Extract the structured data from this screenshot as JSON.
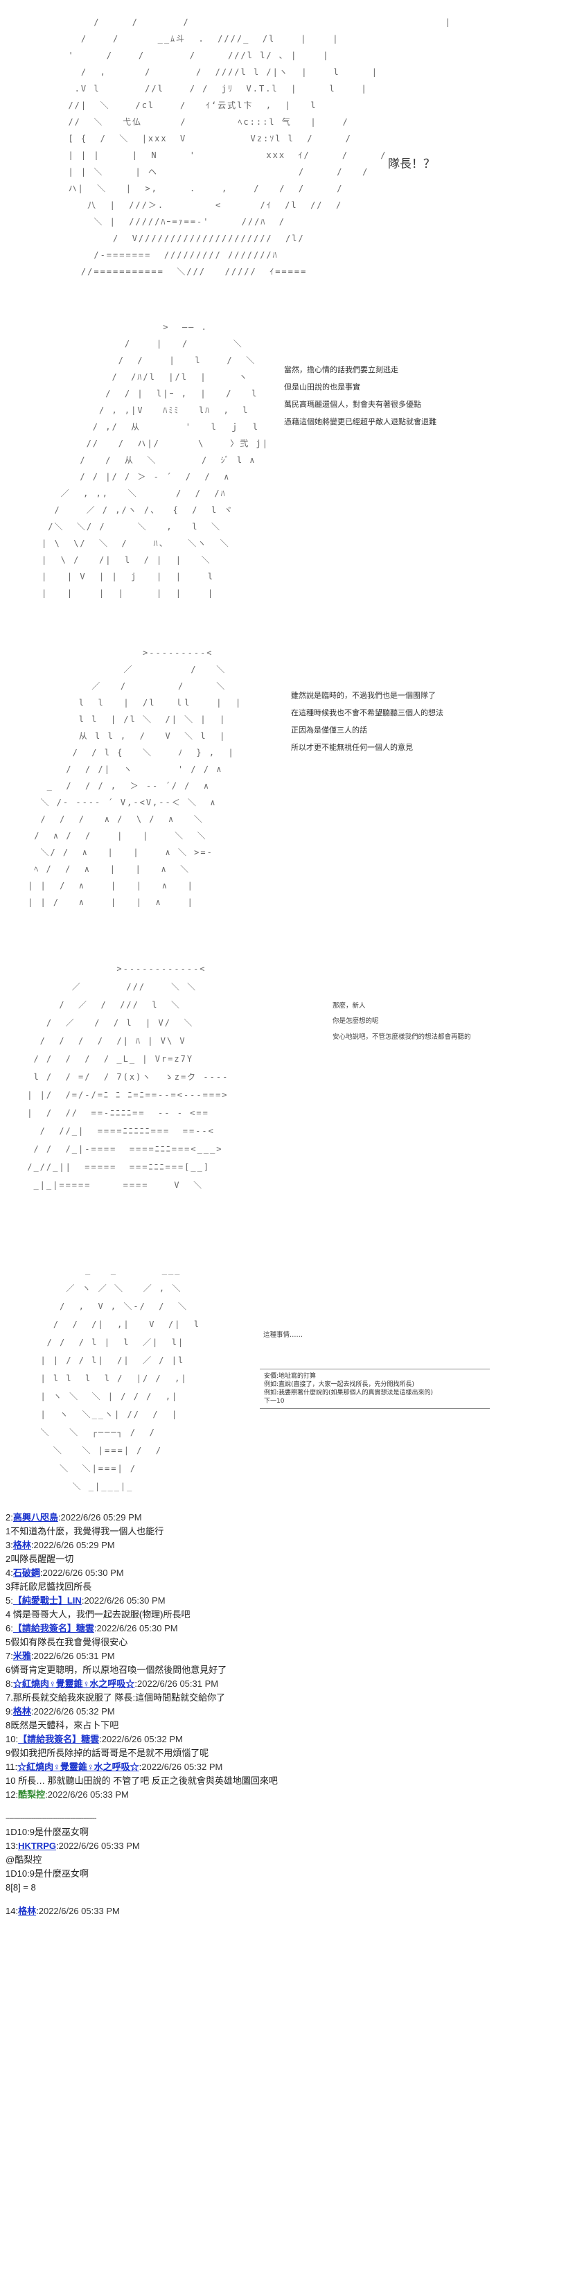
{
  "panel1": {
    "aa": "      /     /       /                                        |\n    /    /      __ﾑ斗  .  ////_  /l    |    |\n  '     /    /       /     ///l l/ ､ |    |\n    /  ,      /       /  ////l l /|ヽ  |    l     |\n   .V l       //l    / /  jﾘ  V.T.l  |     l    |\n  //|  ＼    /cl    /   ｲ‘云式l卞  ,  |   l\n  //  ＼   弋仏      /        ﾍc:::l 气   |    /\n  [ {  /  ＼  |xxx  V          Vz:ｿl l  /     /\n  | | |     |  N     '           xxx  ｲ/     /     /\n  | | ＼     | ヘ                      /     /   /\n  ハ|  ＼   |  >,     .    ,    /   /  /     /\n     八  |  ///＞.        <      /ｲ  /l  //  /\n      ＼ |  /////ﾊｰ=ｧ==-'     ///ﾊ  /\n         /  V/////////////////////  /l/\n      /-=======  ///////// ///////ﾊ\n    //===========  ＼///   /////  ｲ=====",
    "speech": "隊長！？"
  },
  "panel2": {
    "aa": "                   >  ―― .\n             /    |   /       ＼\n            /  /    |   l    /  ＼\n           /  /ﾊ/l  |/l  |     ヽ\n          /  / |  l|ｰ ,  |   /   l\n         / , ,|V   ﾊﾐﾐ   lﾊ  ,  l\n        / ,/  从       '   l  ｊ  l\n       //   /  ハ|/      \\    〉弐 j|\n      /   /  从  ＼       /  ｼﾞ l ∧\n      / / |/ / ＞ ‐ ´  /  /  ∧\n   ／  , ,,   ＼      /  /  /ﾊ\n  /    ／ / ,/ヽ /、  {  /  l ヾ\n /＼  ＼/ /     ＼   ,   l  ＼\n| \\  \\/  ＼  /    ﾊ、   ＼ヽ  ＼\n|  \\ /   /|  l  / |  |   ＼\n|   | V  | |  j   |  |    l\n|   |    |  |     |  |    |",
    "lines": [
      "當然，擔心情的話我們要立刻逃走",
      "但是山田說的也是事實",
      "萬民高瑪麗還個人，對會夫有著很多優點",
      "憑藉這個她將變更已經超乎敵人退點就會退難"
    ]
  },
  "panel3": {
    "aa": "                  >---------<\n               ／         /   ＼\n          ／   /        /     ＼\n        l  l   |  /l   ｌl    |  |\n        l l  | /l ＼  /| ＼ |  |\n        从 l l ,  /   V  ＼ l  |\n       /  / l {   ＼    ﾉ  } ,  |\n      /  / /|  ヽ       ' / / ∧\n   _  /  / / ,  ＞ -- ´/ /  ∧\n  ＼ /- ---- ´ V,-<V,--＜ ＼  ∧\n  /  /  /   ∧ /  \\ /  ∧   ＼\n /  ∧ /  /    |   |    ＼  ＼\n  ＼/ /  ∧   |   |    ∧ ＼ >=-\n ﾍ /  /  ∧   |   |   ∧  ＼\n| |  /  ∧    |   |   ∧   |\n| | /   ∧    |   |  ∧    |",
    "lines": [
      "雖然說是臨時的，不過我們也是一個團隊了",
      "在這種時候我也不會不希望聽聽三個人的想法",
      "正因為是僅僅三人的話",
      "所以才更不能無視任何一個人的意見"
    ]
  },
  "panel4": {
    "aa": "               >------------<\n        ／       ///    ＼ ＼\n      /  ／  /  ///  l  ＼\n    /  ／   /  / l  | V/  ＼\n   /  /  /  /  /| ﾊ | V\\ V\n  / /  /  /  / _L_ | Vr=z7Y\n  l /  / =/  / 7(x)ヽ  ゝz=ク ‐‐‐‐\n | |/  /=/-/=ﾆ ﾆ ﾆ=ﾆ==--=<---===>\n |  /  //  ==-ﾆﾆﾆﾆ==  -‐ ‐ <==\n   /  //_|  ====ﾆﾆﾆﾆﾆ===  ==--<\n  / /  /_|-====  ====ﾆﾆﾆ===<___>\n /_//_||  =====  ===ﾆﾆﾆ===[__]\n  _|_|=====     ====    V  ＼",
    "lines": [
      "那麼，新人",
      "你是怎麼想的呢",
      "安心地說吧，不管怎麼樣我們的想法都會再聽的"
    ]
  },
  "panel5": {
    "aa": "         _   _       ___\n      ／ ヽ ／ ＼   ／ , ＼\n     /  ,  V , ＼-/  /  ＼\n    /  /  /|  ,|   V  /|  l\n   / /  / l |  l  ／|  l|\n  | | / / l|  /|  ／ / |l\n  | l l  l  l /  |/ /  ,|\n  | ヽ ＼  ＼ | / / /  ,|\n  |  ヽ  ＼__ヽ| //  /  |\n  ＼   ＼  ┌───┐ /  /\n    ＼   ＼ |===| /  /\n     ＼  ＼|===| /\n       ＼ _|___|_",
    "speech": "這種事情……",
    "note": "安價:地址寫的打算\n例如:直說(直接了，大家一起去找所長，先分開找所長)\n例如:我要照著什麼說的(如果那個人的真實想法是這樣出來的)\n下一10"
  },
  "comments": [
    {
      "num": "2",
      "name": "高興八咫島",
      "date": "2022/6/26 05:29 PM",
      "style": "link"
    },
    {
      "text": "1不知道為什麼，我覺得我一個人也能行"
    },
    {
      "num": "3",
      "name": "格林",
      "date": "2022/6/26 05:29 PM",
      "style": "link"
    },
    {
      "text": "2叫隊長醒醒一切"
    },
    {
      "num": "4",
      "name": "石破鋼",
      "date": "2022/6/26 05:30 PM",
      "style": "link"
    },
    {
      "text": "3拜託歐尼醬找回所長"
    },
    {
      "num": "5",
      "name": "【純愛戰士】LIN",
      "date": "2022/6/26 05:30 PM",
      "style": "link"
    },
    {
      "text": "4 憐是哥哥大人，我們一起去說服(物理)所長吧"
    },
    {
      "num": "6",
      "name": "【請給我簽名】糖雲",
      "date": "2022/6/26 05:30 PM",
      "style": "link"
    },
    {
      "text": "5假如有隊長在我會覺得很安心"
    },
    {
      "num": "7",
      "name": "米雅",
      "date": "2022/6/26 05:31 PM",
      "style": "link"
    },
    {
      "text": "6憐哥肯定更聰明，所以原地召喚一個然後問他意見好了"
    },
    {
      "num": "8",
      "name": "☆紅燒肉♀覺靈錐♀水之呼吸☆",
      "date": "2022/6/26 05:31 PM",
      "style": "link"
    },
    {
      "text": "7.那所長就交給我來說服了 隊長:這個時間點就交給你了"
    },
    {
      "num": "9",
      "name": "格林",
      "date": "2022/6/26 05:32 PM",
      "style": "link"
    },
    {
      "text": "8既然是天體科，來占卜下吧"
    },
    {
      "num": "10",
      "name": "【請給我簽名】糖雲",
      "date": "2022/6/26 05:32 PM",
      "style": "link"
    },
    {
      "text": "9假如我把所長除掉的話哥哥是不是就不用煩惱了呢"
    },
    {
      "num": "11",
      "name": "☆紅燒肉♀覺靈錐♀水之呼吸☆",
      "date": "2022/6/26 05:32 PM",
      "style": "link"
    },
    {
      "text": "10 所長… 那就聽山田說的 不管了吧 反正之後就會與英雄地圖回來吧"
    },
    {
      "num": "12",
      "name": "酷梨控",
      "date": "2022/6/26 05:33 PM",
      "style": "green"
    },
    {
      "gap": true
    },
    {
      "text": "1D10:9是什麼巫女啊"
    },
    {
      "num": "13",
      "name": "HKTRPG",
      "date": "2022/6/26 05:33 PM",
      "style": "link"
    },
    {
      "text": "@酷梨控"
    },
    {
      "text": "1D10:9是什麼巫女啊"
    },
    {
      "text": "8[8] = 8"
    },
    {
      "gap": true
    },
    {
      "num": "14",
      "name": "格林",
      "date": "2022/6/26 05:33 PM",
      "style": "link"
    }
  ],
  "separator": "-------------------------------------------------",
  "colors": {
    "link": "#1a33cc",
    "green": "#2f8a2f",
    "text": "#222222",
    "aa": "#666666"
  }
}
